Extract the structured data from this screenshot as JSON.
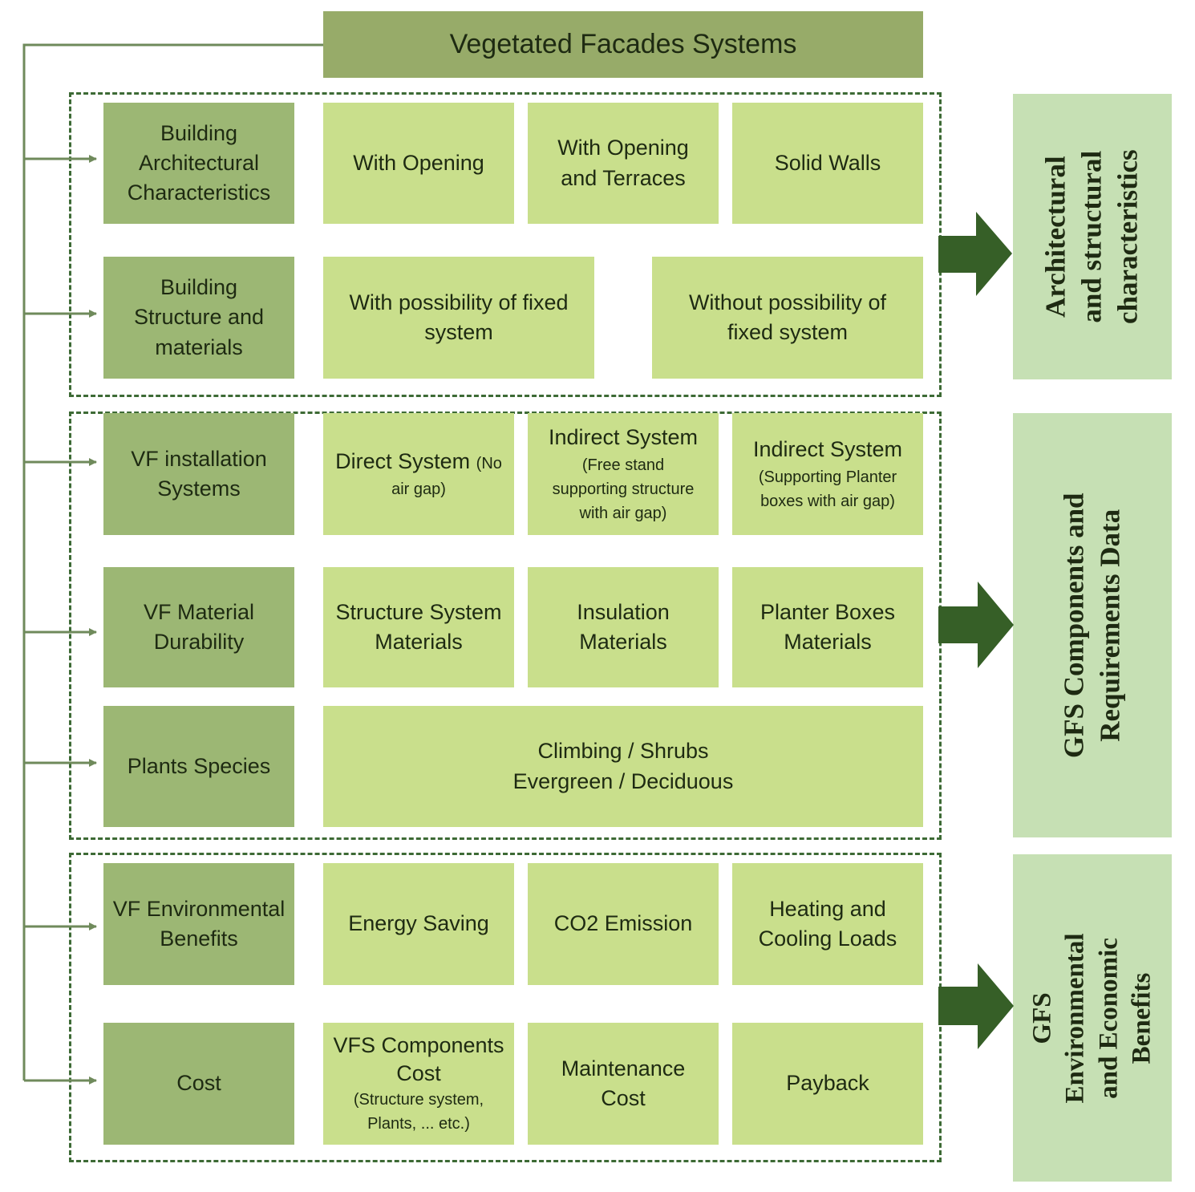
{
  "title": "Vegetated Facades Systems",
  "rows": [
    {
      "category": [
        "Building",
        "Architectural",
        "Characteristics"
      ],
      "options": [
        [
          "With Opening"
        ],
        [
          "With Opening",
          "and Terraces"
        ],
        [
          "Solid Walls"
        ]
      ]
    },
    {
      "category": [
        "Building",
        "Structure and",
        "materials"
      ],
      "options": [
        [
          "With possibility of fixed",
          "system"
        ],
        [
          "Without possibility of",
          "fixed system"
        ]
      ]
    },
    {
      "category": [
        "VF installation",
        "Systems"
      ],
      "options": [
        {
          "main": "Direct System",
          "inline_note": "(No",
          "note": [
            "air gap)"
          ]
        },
        {
          "main": "Indirect System",
          "note": [
            "(Free stand",
            "supporting structure",
            "with air gap)"
          ]
        },
        {
          "main": "Indirect System",
          "note": [
            "(Supporting Planter",
            "boxes with air gap)"
          ]
        }
      ]
    },
    {
      "category": [
        "VF Material",
        "Durability"
      ],
      "options": [
        [
          "Structure System",
          "Materials"
        ],
        [
          "Insulation",
          "Materials"
        ],
        [
          "Planter Boxes",
          "Materials"
        ]
      ]
    },
    {
      "category": [
        "Plants Species"
      ],
      "options": [
        [
          "Climbing / Shrubs",
          "Evergreen / Deciduous"
        ]
      ]
    },
    {
      "category": [
        "VF Environmental",
        "Benefits"
      ],
      "options": [
        [
          "Energy Saving"
        ],
        [
          "CO2 Emission"
        ],
        [
          "Heating and",
          "Cooling Loads"
        ]
      ]
    },
    {
      "category": [
        "Cost"
      ],
      "options": [
        {
          "main": [
            "VFS Components",
            "Cost"
          ],
          "note": [
            "(Structure system,",
            "Plants, ... etc.)"
          ]
        },
        [
          "Maintenance",
          "Cost"
        ],
        [
          "Payback"
        ]
      ]
    }
  ],
  "groups": [
    {
      "label": [
        "Architectural",
        "and structural",
        "characteristics"
      ]
    },
    {
      "label": [
        "GFS Components and",
        "Requirements Data"
      ]
    },
    {
      "label": [
        "GFS",
        "Environmental",
        "and Economic",
        "Benefits"
      ]
    }
  ],
  "colors": {
    "title_bg": "#97ab69",
    "category_bg": "#9cb774",
    "option_bg": "#c9df8c",
    "side_bg": "#c6e0b4",
    "arrow": "#365f27",
    "connector": "#6f8a5b",
    "dash": "#3d6a35"
  }
}
